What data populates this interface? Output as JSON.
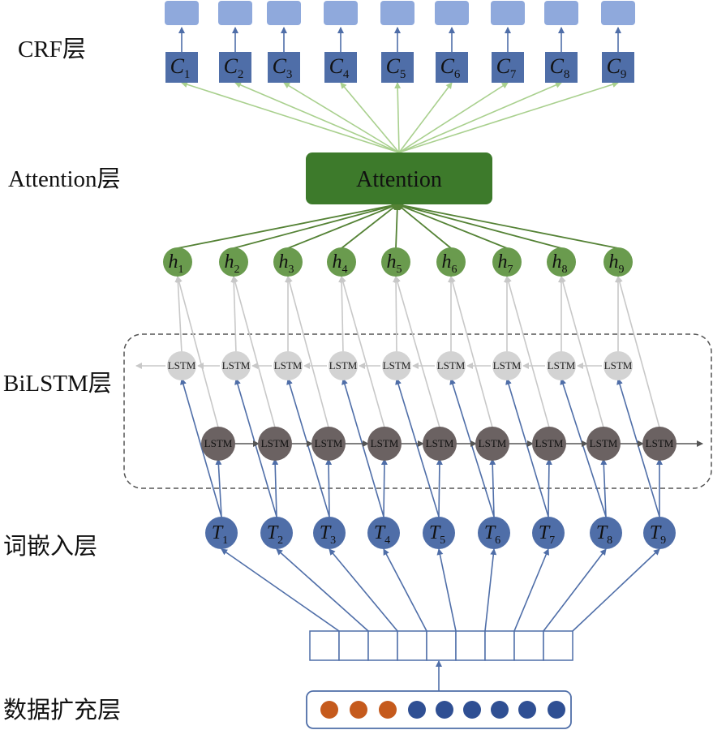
{
  "layers": {
    "crf": "CRF层",
    "attention": "Attention层",
    "bilstm": "BiLSTM层",
    "embedding": "词嵌入层",
    "augmentation": "数据扩充层"
  },
  "attention_box": {
    "label": "Attention"
  },
  "lstm_label": "LSTM",
  "crf_nodes": [
    {
      "sym": "C",
      "sub": "1"
    },
    {
      "sym": "C",
      "sub": "2"
    },
    {
      "sym": "C",
      "sub": "3"
    },
    {
      "sym": "C",
      "sub": "4"
    },
    {
      "sym": "C",
      "sub": "5"
    },
    {
      "sym": "C",
      "sub": "6"
    },
    {
      "sym": "C",
      "sub": "7"
    },
    {
      "sym": "C",
      "sub": "8"
    },
    {
      "sym": "C",
      "sub": "9"
    }
  ],
  "hidden_nodes": [
    {
      "sym": "h",
      "sub": "1"
    },
    {
      "sym": "h",
      "sub": "2"
    },
    {
      "sym": "h",
      "sub": "3"
    },
    {
      "sym": "h",
      "sub": "4"
    },
    {
      "sym": "h",
      "sub": "5"
    },
    {
      "sym": "h",
      "sub": "6"
    },
    {
      "sym": "h",
      "sub": "7"
    },
    {
      "sym": "h",
      "sub": "8"
    },
    {
      "sym": "h",
      "sub": "9"
    }
  ],
  "token_nodes": [
    {
      "sym": "T",
      "sub": "1"
    },
    {
      "sym": "T",
      "sub": "2"
    },
    {
      "sym": "T",
      "sub": "3"
    },
    {
      "sym": "T",
      "sub": "4"
    },
    {
      "sym": "T",
      "sub": "5"
    },
    {
      "sym": "T",
      "sub": "6"
    },
    {
      "sym": "T",
      "sub": "7"
    },
    {
      "sym": "T",
      "sub": "8"
    },
    {
      "sym": "T",
      "sub": "9"
    }
  ],
  "augmentation_dots": [
    "orange",
    "orange",
    "orange",
    "blue",
    "blue",
    "blue",
    "blue",
    "blue",
    "blue"
  ],
  "colors": {
    "output_box": "#8fa9dc",
    "crf_box": "#4f6ea8",
    "arrow_blue": "#4f6ea8",
    "arrow_light_green": "#a9d08e",
    "arrow_dark_green": "#548235",
    "attention_fill": "#3d7a2b",
    "hidden_fill": "#6a9b4e",
    "lstm_back": "#d3d3d3",
    "lstm_fwd": "#6b6262",
    "arrow_gray": "#c8c8c8",
    "token_fill": "#4f6ea8",
    "dot_orange": "#c55a1c",
    "dot_blue": "#2f4f93",
    "frame_dash": "#555555"
  }
}
